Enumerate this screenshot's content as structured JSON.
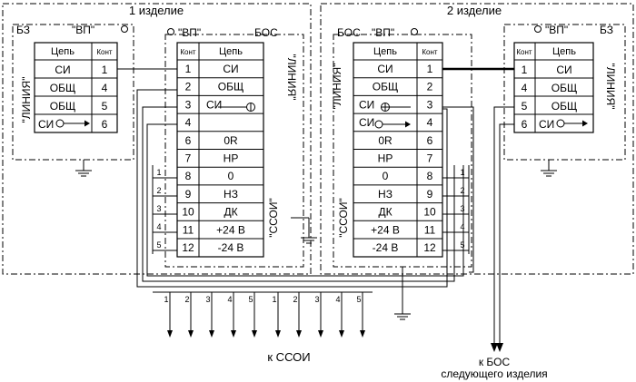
{
  "unit1": {
    "title": "1 изделие",
    "bz": {
      "name": "БЗ",
      "vp": "\"ВП\"",
      "col_circuit": "Цепь",
      "col_contact": "Конт",
      "rows": [
        {
          "circuit": "СИ",
          "contact": "1"
        },
        {
          "circuit": "ОБЩ",
          "contact": "4"
        },
        {
          "circuit": "ОБЩ",
          "contact": "5"
        },
        {
          "circuit": "СИ",
          "contact": "6"
        }
      ],
      "side_label": "\"ЛИНИЯ\""
    },
    "bos": {
      "vp": "\"ВП\"",
      "name": "БОС",
      "col_contact": "Конт",
      "col_circuit": "Цепь",
      "rows": [
        {
          "contact": "1",
          "circuit": "СИ"
        },
        {
          "contact": "2",
          "circuit": "ОБЩ"
        },
        {
          "contact": "3",
          "circuit": "СИ"
        },
        {
          "contact": "4",
          "circuit": ""
        },
        {
          "contact": "6",
          "circuit": "0R"
        },
        {
          "contact": "7",
          "circuit": "НР"
        },
        {
          "contact": "8",
          "circuit": "0"
        },
        {
          "contact": "9",
          "circuit": "НЗ"
        },
        {
          "contact": "10",
          "circuit": "ДК"
        },
        {
          "contact": "11",
          "circuit": "+24 В"
        },
        {
          "contact": "12",
          "circuit": "-24 В"
        }
      ],
      "label_line": "\"ЛИНИЯ\"",
      "label_ssoi": "\"ССОИ\""
    }
  },
  "unit2": {
    "title": "2 изделие",
    "bos": {
      "name": "БОС",
      "vp": "\"ВП\"",
      "col_circuit": "Цепь",
      "col_contact": "Конт",
      "rows": [
        {
          "circuit": "СИ",
          "contact": "1"
        },
        {
          "circuit": "ОБЩ",
          "contact": "2"
        },
        {
          "circuit": "СИ",
          "contact": "3"
        },
        {
          "circuit": "СИ",
          "contact": "4"
        },
        {
          "circuit": "0R",
          "contact": "6"
        },
        {
          "circuit": "НР",
          "contact": "7"
        },
        {
          "circuit": "0",
          "contact": "8"
        },
        {
          "circuit": "НЗ",
          "contact": "9"
        },
        {
          "circuit": "ДК",
          "contact": "10"
        },
        {
          "circuit": "+24 В",
          "contact": "11"
        },
        {
          "circuit": "-24 В",
          "contact": "12"
        }
      ],
      "label_line": "\"ЛИНИЯ\"",
      "label_ssoi": "\"ССОИ\""
    },
    "bz": {
      "vp": "\"ВП\"",
      "name": "БЗ",
      "col_contact": "Конт",
      "col_circuit": "Цепь",
      "rows": [
        {
          "contact": "1",
          "circuit": "СИ"
        },
        {
          "contact": "4",
          "circuit": "ОБЩ"
        },
        {
          "contact": "5",
          "circuit": "ОБЩ"
        },
        {
          "contact": "6",
          "circuit": "СИ"
        }
      ],
      "side_label": "\"ЛИНИЯ\""
    }
  },
  "bus": {
    "wire_numbers": [
      "1",
      "2",
      "3",
      "4",
      "5"
    ],
    "arrow_numbers_left": [
      "1",
      "2",
      "3",
      "4",
      "5"
    ],
    "arrow_numbers_right": [
      "1",
      "2",
      "3",
      "4",
      "5"
    ]
  },
  "outputs": {
    "to_ssoi": "к ССОИ",
    "to_next_bos_line1": "к БОС",
    "to_next_bos_line2": "следующего изделия"
  }
}
